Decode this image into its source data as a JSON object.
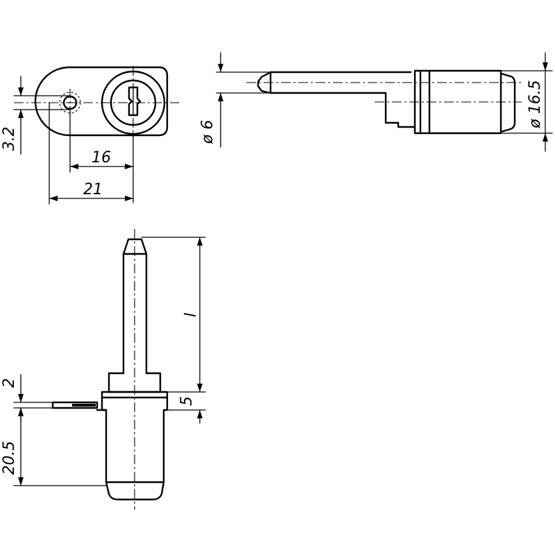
{
  "dimensions": {
    "hole_offset": "3.2",
    "pin_spacing": "16",
    "overall_width": "21",
    "pin_diameter": "ø 6",
    "cylinder_diameter": "ø 16.5",
    "length": "l",
    "flange_thickness": "2",
    "collar_height": "5",
    "cylinder_length": "20.5"
  }
}
